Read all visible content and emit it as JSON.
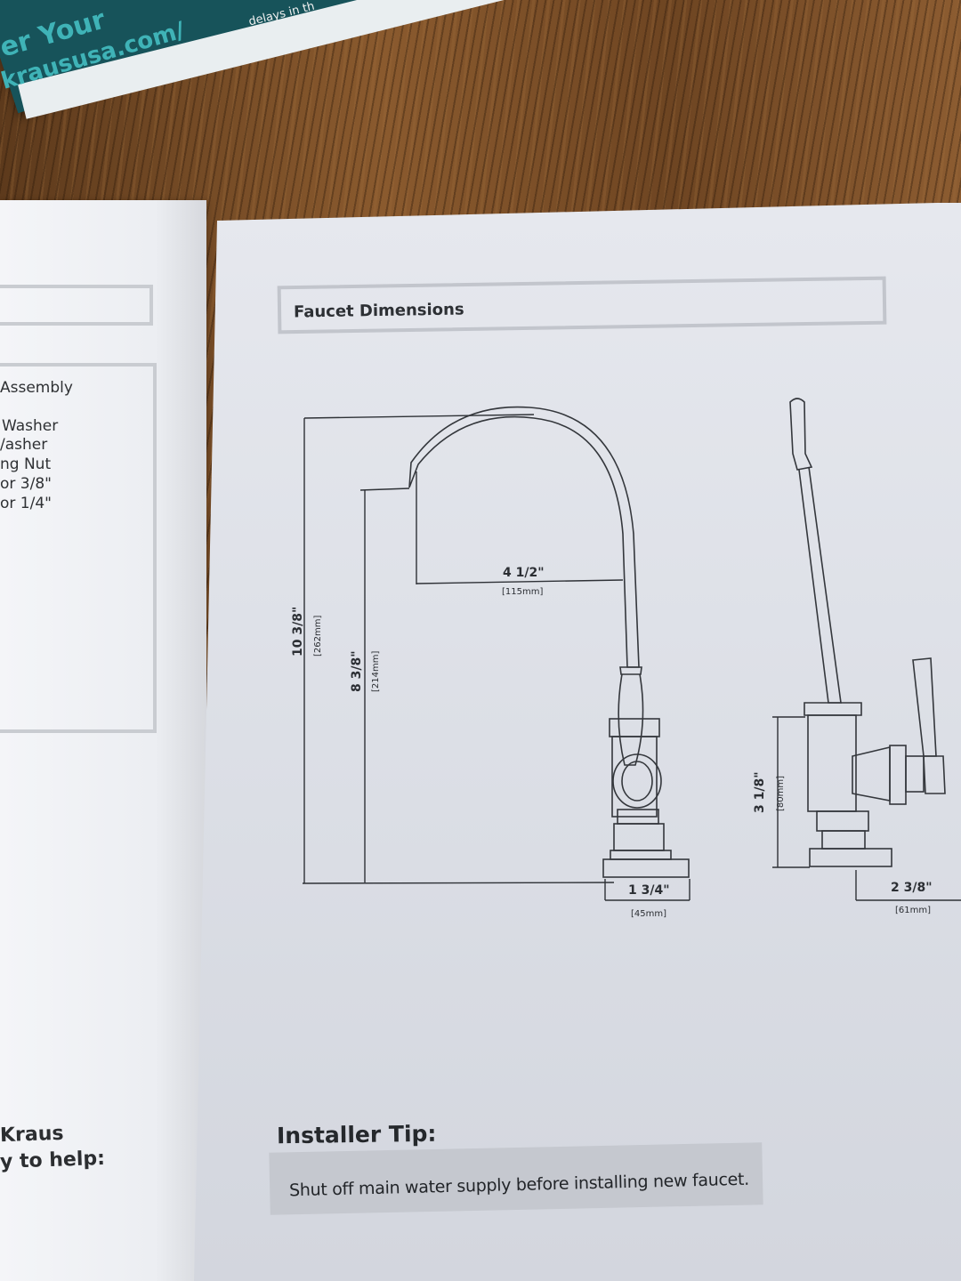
{
  "brochure": {
    "line1": "er Your",
    "line2": "kraususa.com/",
    "small": "delays in th"
  },
  "left_page": {
    "parts": [
      "Assembly",
      "Washer",
      "/asher",
      "ng Nut",
      "or 3/8\"",
      "or 1/4\""
    ],
    "footer_line1": "Kraus",
    "footer_line2": "y to help:"
  },
  "right_page": {
    "title": "Faucet Dimensions",
    "dimensions": {
      "overall_height": {
        "label": "10 3/8\"",
        "metric": "[262mm]"
      },
      "spout_height": {
        "label": "8 3/8\"",
        "metric": "[214mm]"
      },
      "spout_reach": {
        "label": "4 1/2\"",
        "metric": "[115mm]"
      },
      "base_diameter": {
        "label": "1 3/4\"",
        "metric": "[45mm]"
      },
      "handle_height": {
        "label": "3 1/8\"",
        "metric": "[80mm]"
      },
      "handle_reach": {
        "label": "2 3/8\"",
        "metric": "[61mm]"
      }
    },
    "installer_tip": {
      "heading": "Installer Tip:",
      "text": "Shut off main water supply before installing new faucet."
    }
  }
}
